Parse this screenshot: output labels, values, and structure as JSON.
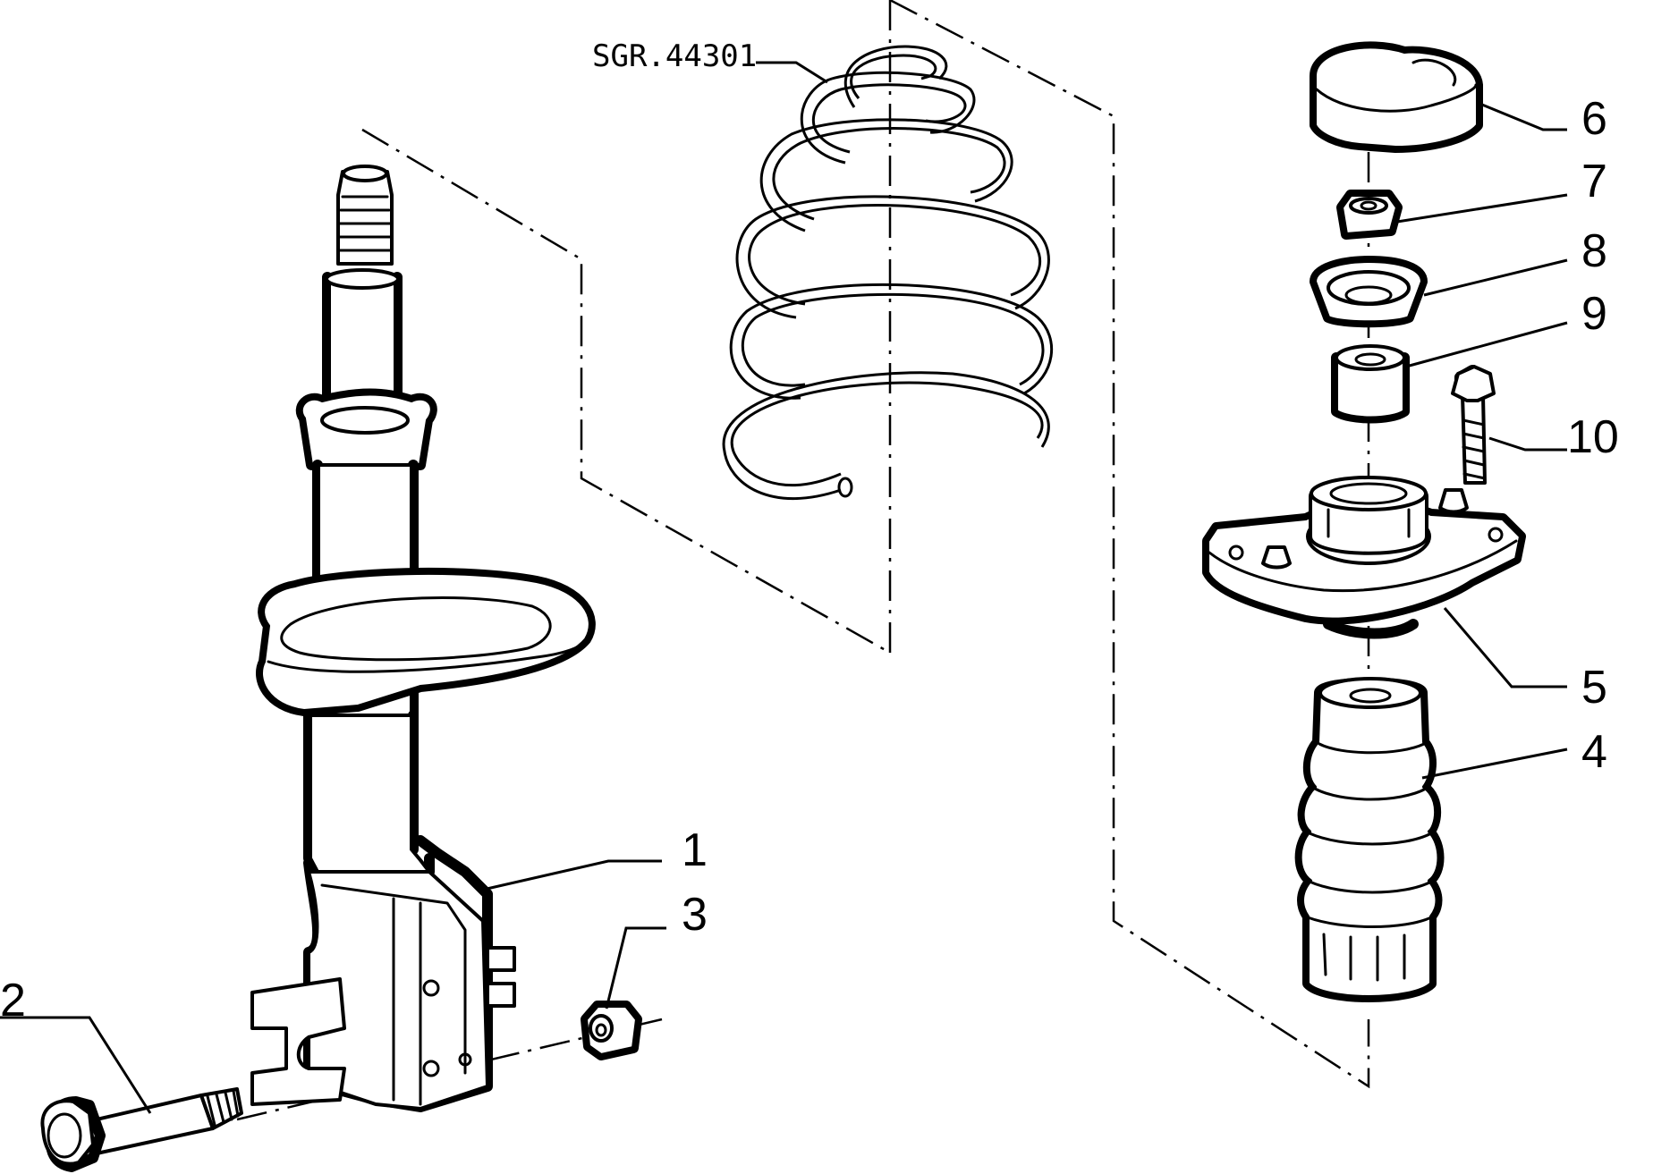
{
  "diagram": {
    "reference_code": "SGR.44301",
    "callouts": [
      "1",
      "2",
      "3",
      "4",
      "5",
      "6",
      "7",
      "8",
      "9",
      "10"
    ]
  }
}
